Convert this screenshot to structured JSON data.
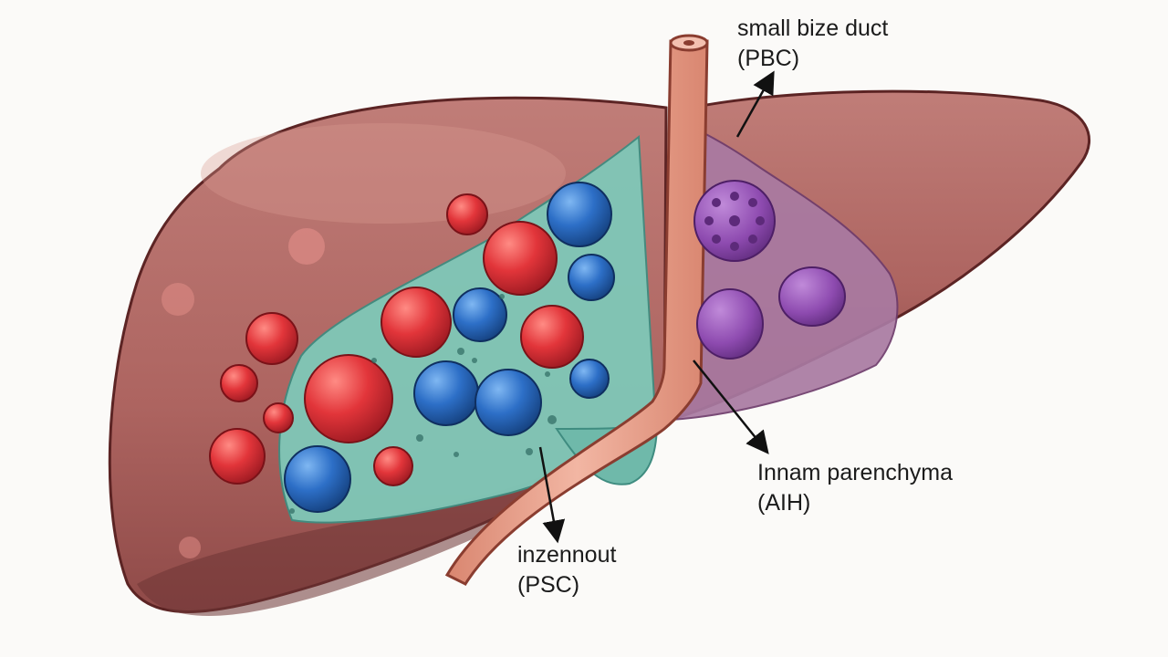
{
  "labels": {
    "pbc": {
      "line1": "small bize duct",
      "line2": "(PBC)"
    },
    "aih": {
      "line1": "Innam parenchyma",
      "line2": "(AIH)"
    },
    "psc": {
      "line1": "inzennout",
      "line2": "(PSC)"
    }
  },
  "colors": {
    "liver": "#b86a66",
    "liver_outline": "#5c2424",
    "inflamed_zone": "#7fc8b8",
    "parenchyma_zone": "#a97aa2",
    "duct": "#e3a08c",
    "red_cell": "#e2353a",
    "blue_cell": "#2d6fc7",
    "purple_cell": "#8e4bb0"
  }
}
